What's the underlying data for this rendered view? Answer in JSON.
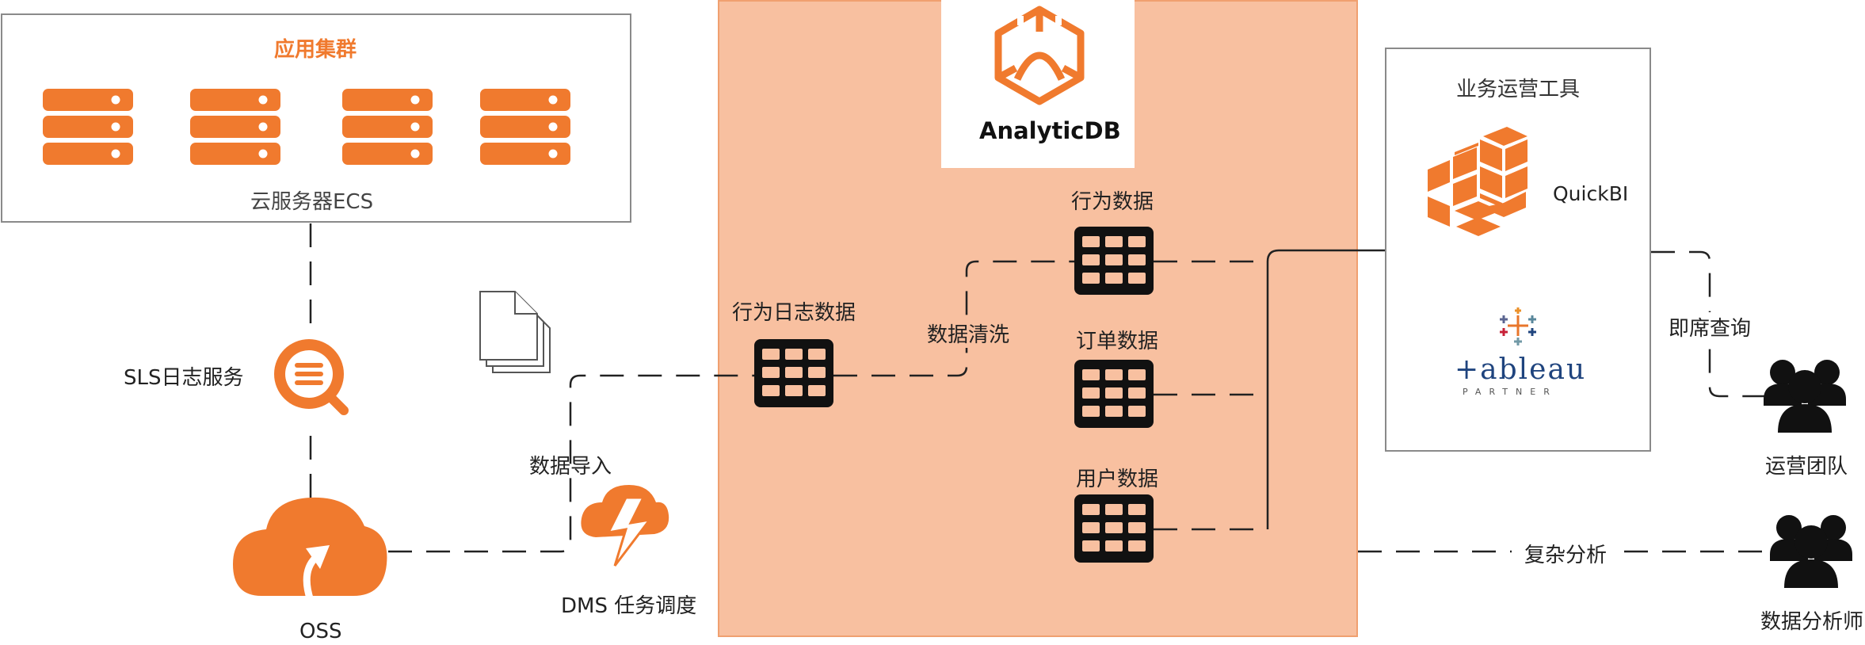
{
  "app_cluster": {
    "title": "应用集群",
    "subtitle": "云服务器ECS"
  },
  "sls": {
    "label": "SLS日志服务"
  },
  "oss": {
    "label": "OSS"
  },
  "import": {
    "label": "数据导入"
  },
  "dms": {
    "label": "DMS 任务调度"
  },
  "analyticdb": {
    "logo_text": "AnalyticDB",
    "log_table_label": "行为日志数据",
    "clean_label": "数据清洗",
    "tables": [
      "行为数据",
      "订单数据",
      "用户数据"
    ]
  },
  "biz_tools": {
    "title": "业务运营工具",
    "quickbi_label": "QuickBI",
    "tableau_text": "+ableau",
    "tableau_sub": "PARTNER"
  },
  "adhoc": {
    "label": "即席查询"
  },
  "ops_team": {
    "label": "运营团队"
  },
  "complex": {
    "label": "复杂分析"
  },
  "analyst": {
    "label": "数据分析师"
  },
  "colors": {
    "orange": "#F07A2E",
    "adb_bg": "#F8C0A0",
    "black": "#111111"
  }
}
